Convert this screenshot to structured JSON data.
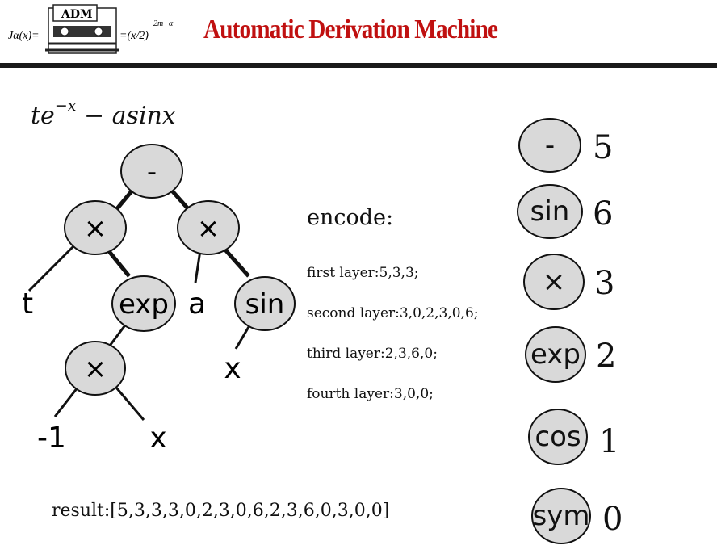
{
  "header": {
    "logo_text": "ADM",
    "logo_formula_left": "Jα(x)=",
    "logo_formula_right": "=(x/2)",
    "logo_formula_exp": "2m+α",
    "title": "Automatic Derivation Machine",
    "title_color": "#c01010"
  },
  "formula": {
    "base": "te",
    "exponent": "−x",
    "rest": " − asinx"
  },
  "tree": {
    "node_fill": "#d9d9d9",
    "nodes": [
      {
        "id": "root",
        "label": "-",
        "depth": 0
      },
      {
        "id": "mul-left",
        "label": "×",
        "depth": 1
      },
      {
        "id": "mul-right",
        "label": "×",
        "depth": 1
      },
      {
        "id": "exp",
        "label": "exp",
        "depth": 2
      },
      {
        "id": "sin",
        "label": "sin",
        "depth": 2
      },
      {
        "id": "mul-inner",
        "label": "×",
        "depth": 3
      }
    ],
    "leaves": [
      {
        "id": "t",
        "label": "t"
      },
      {
        "id": "a",
        "label": "a"
      },
      {
        "id": "x-sin",
        "label": "x"
      },
      {
        "id": "minus-one",
        "label": "-1"
      },
      {
        "id": "x-inner",
        "label": "x"
      }
    ]
  },
  "encode": {
    "title": "encode:",
    "layers": [
      "first layer:5,3,3;",
      "second layer:3,0,2,3,0,6;",
      "third layer:2,3,6,0;",
      "fourth layer:3,0,0;"
    ]
  },
  "result": "result:[5,3,3,3,0,2,3,0,6,2,3,6,0,3,0,0]",
  "legend": [
    {
      "symbol": "-",
      "code": "5",
      "icon": "minus-icon"
    },
    {
      "symbol": "sin",
      "code": "6",
      "icon": "sin-icon"
    },
    {
      "symbol": "×",
      "code": "3",
      "icon": "times-icon"
    },
    {
      "symbol": "exp",
      "code": "2",
      "icon": "exp-icon"
    },
    {
      "symbol": "cos",
      "code": "1",
      "icon": "cos-icon"
    },
    {
      "symbol": "sym",
      "code": "0",
      "icon": "sym-icon"
    }
  ]
}
